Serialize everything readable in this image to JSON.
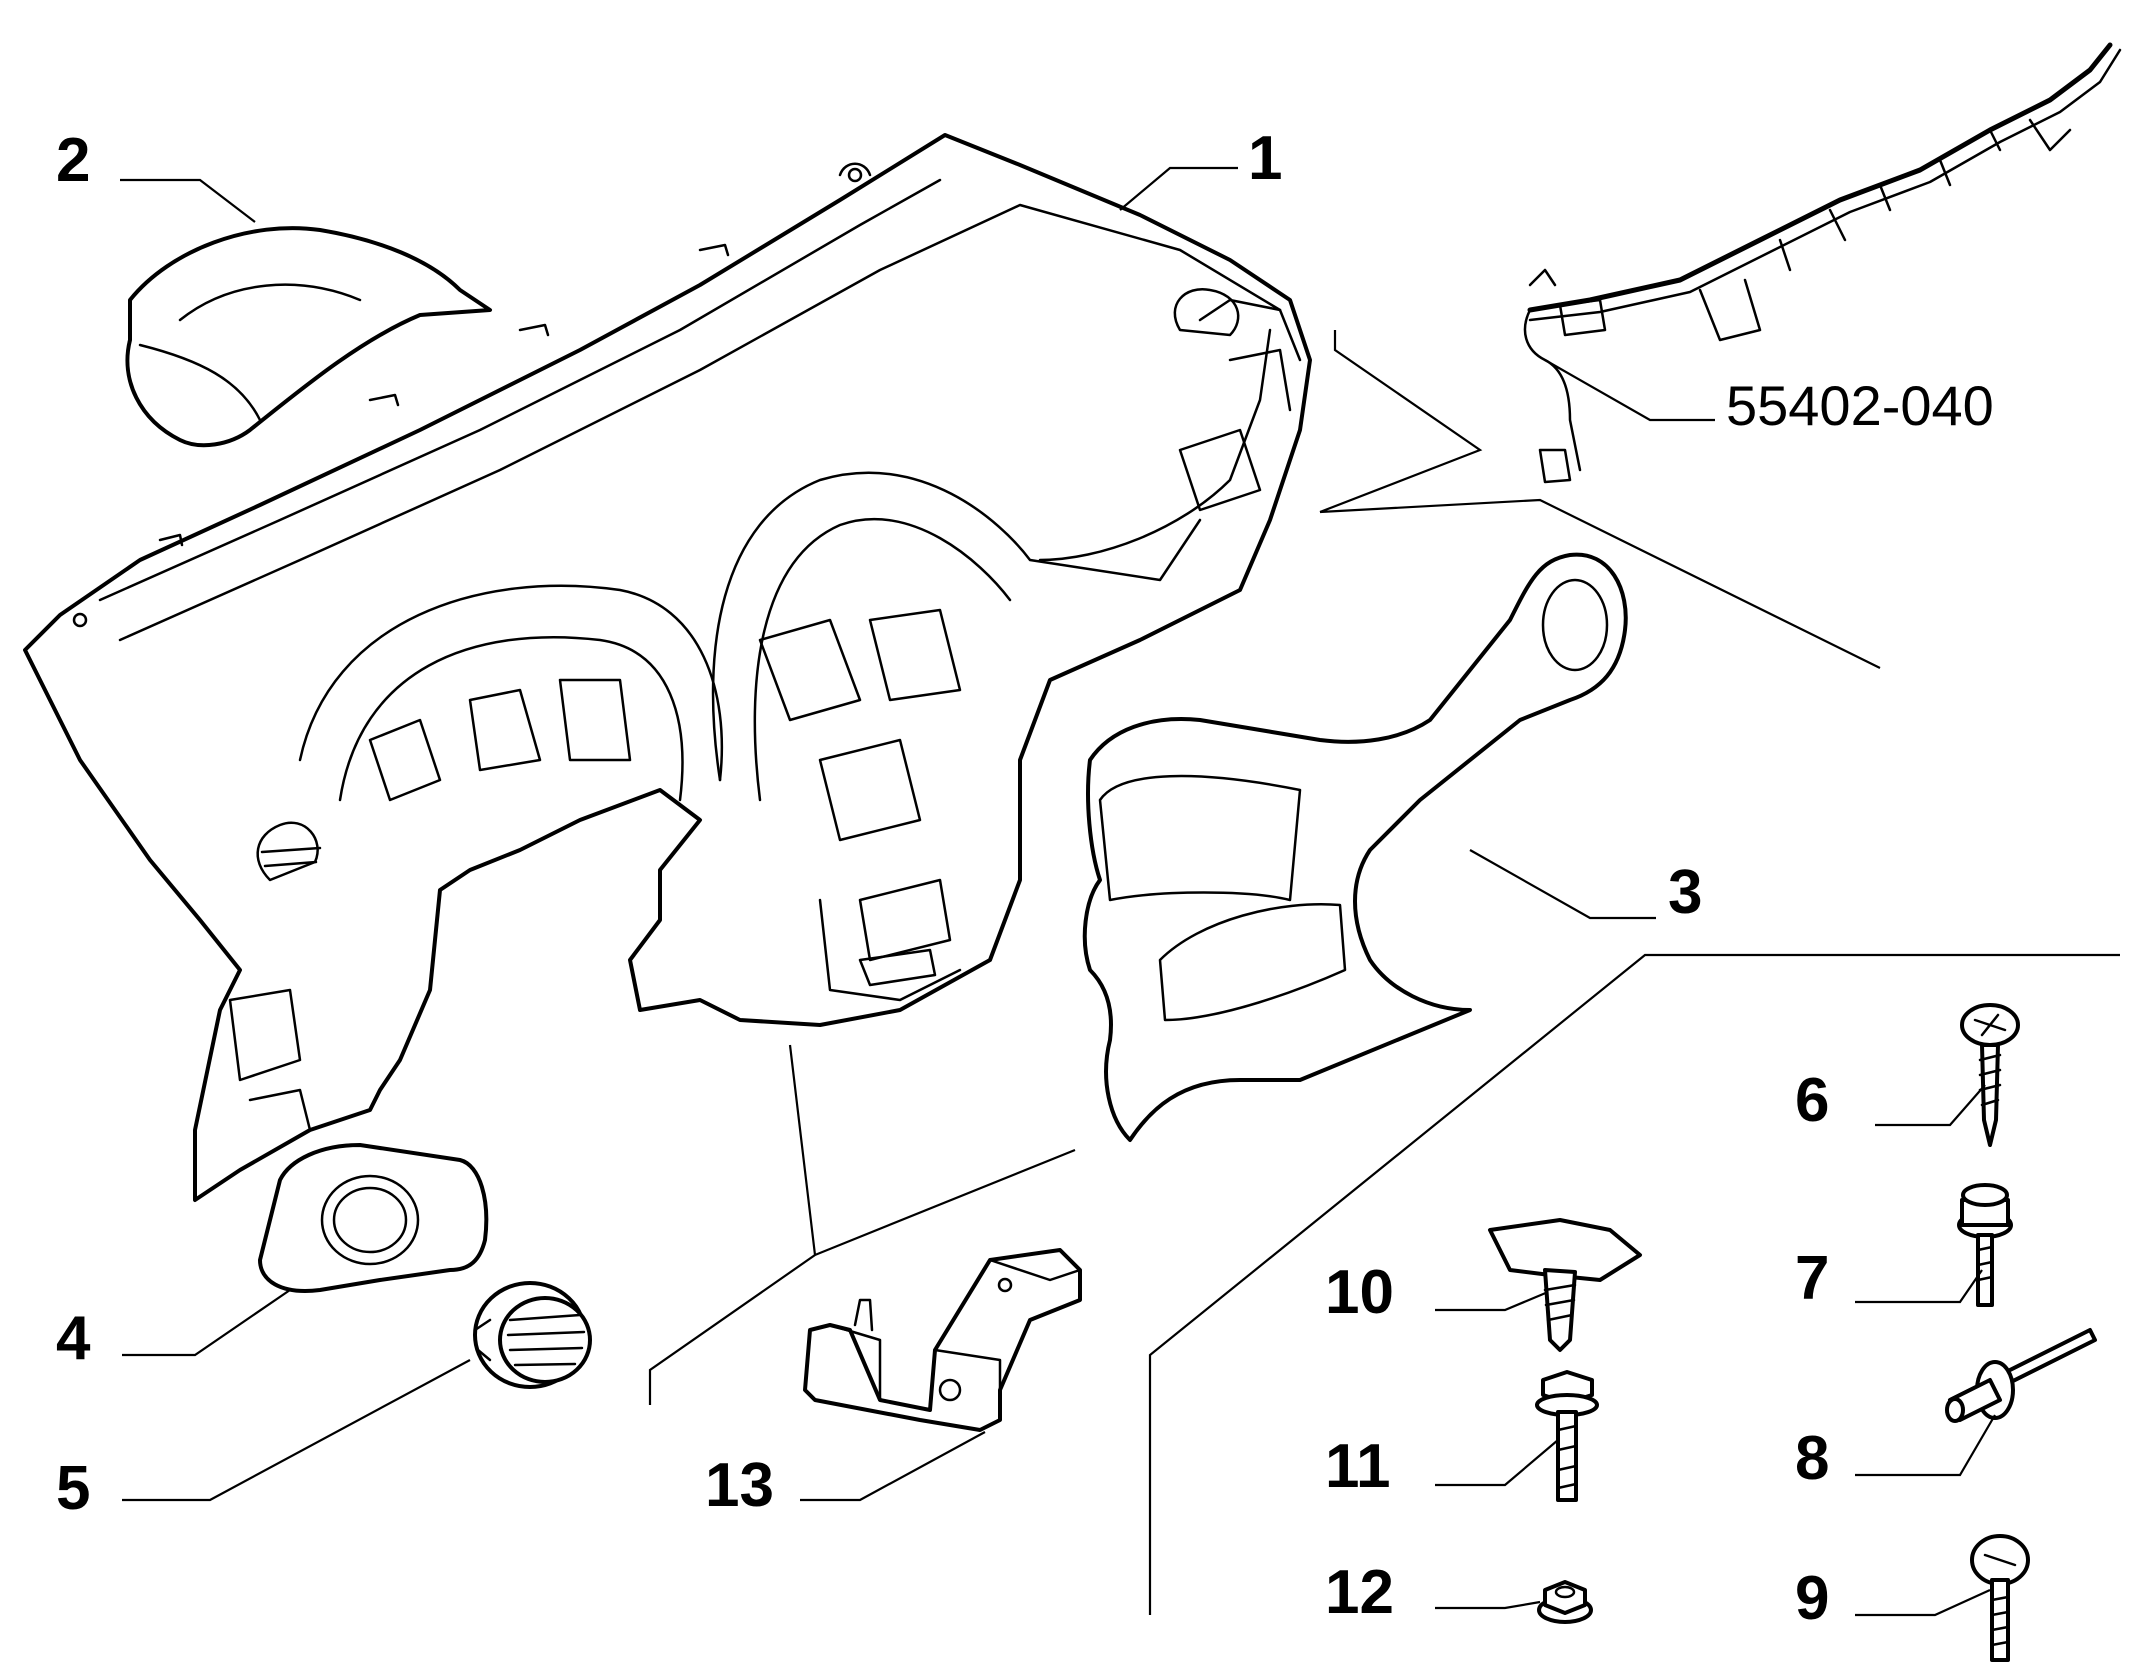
{
  "diagram": {
    "callouts": {
      "p1": "1",
      "p2": "2",
      "p3": "3",
      "p4": "4",
      "p5": "5",
      "p6": "6",
      "p7": "7",
      "p8": "8",
      "p9": "9",
      "p10": "10",
      "p11": "11",
      "p12": "12",
      "p13": "13",
      "ref": "55402-040"
    }
  }
}
